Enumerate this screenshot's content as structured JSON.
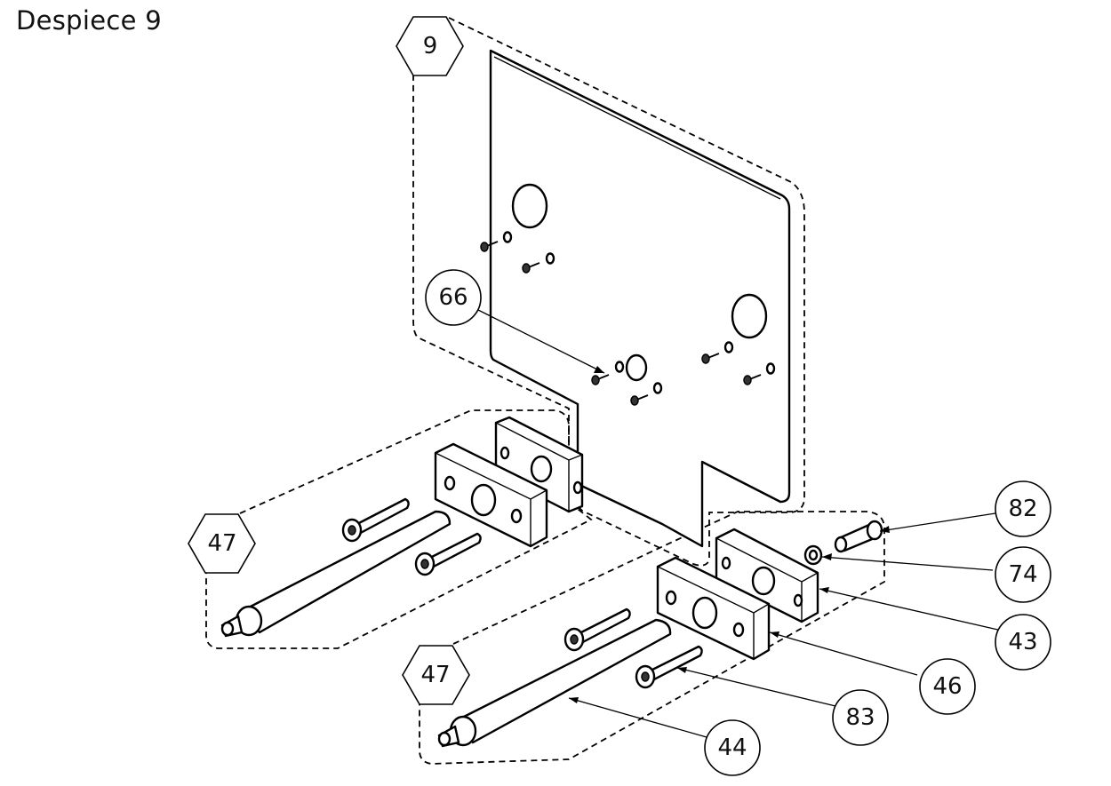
{
  "title": "Despiece 9",
  "balloons": {
    "b9": "9",
    "b66": "66",
    "b47a": "47",
    "b47b": "47",
    "b82": "82",
    "b74": "74",
    "b43": "43",
    "b46": "46",
    "b83": "83",
    "b44": "44"
  }
}
